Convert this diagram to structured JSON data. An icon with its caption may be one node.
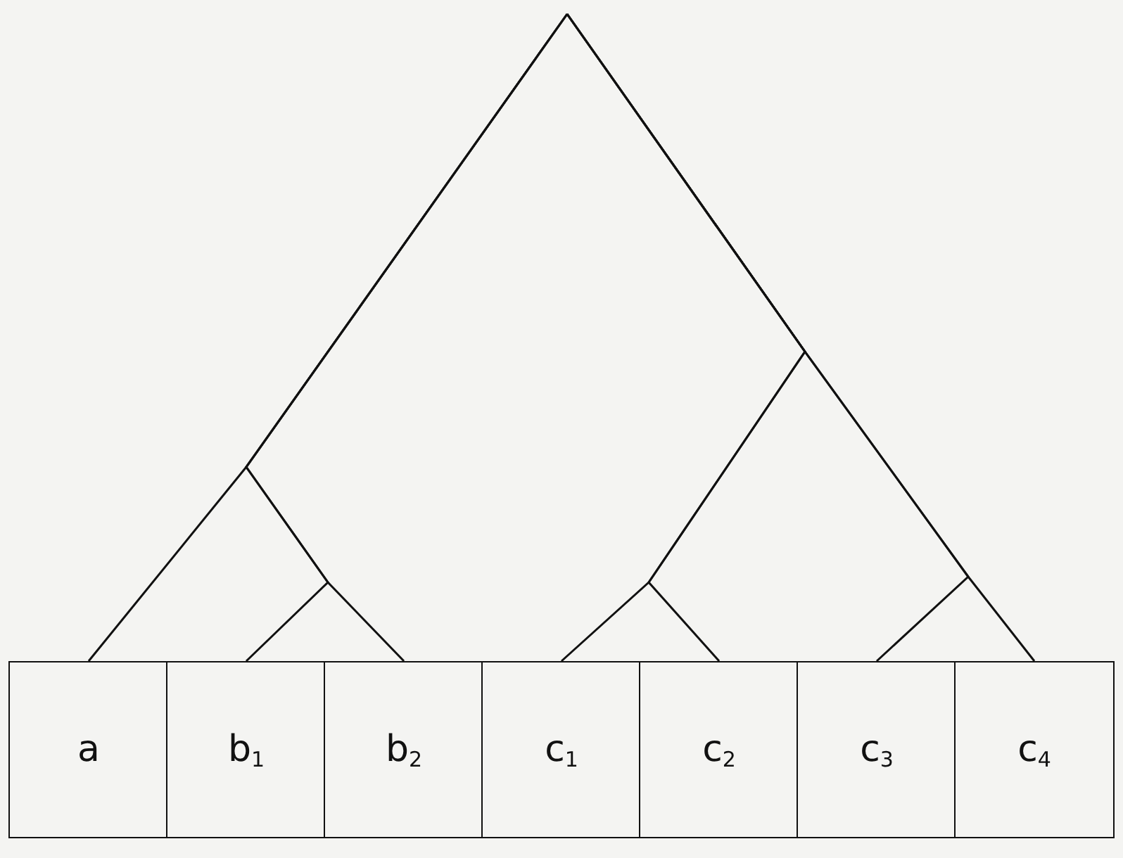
{
  "diagram": {
    "nodes": [
      {
        "text": [
          "a"
        ]
      },
      {
        "text": [
          "b$_{1}$"
        ]
      },
      {
        "text": [
          "b$_{2}$"
        ]
      },
      {
        "text": [
          "c$_{1}$"
        ]
      },
      {
        "text": [
          "c$_{2}$"
        ]
      },
      {
        "text": [
          "c$_{3}$"
        ]
      },
      {
        "text": [
          "c$_{4}$"
        ]
      }
    ],
    "edges": [
      {
        "from": null,
        "to": 0,
        "arrow": "none"
      },
      {
        "from": null,
        "to": 1,
        "arrow": "none"
      },
      {
        "from": null,
        "to": 2,
        "arrow": "none"
      },
      {
        "from": null,
        "to": 3,
        "arrow": "none"
      },
      {
        "from": null,
        "to": 4,
        "arrow": "none"
      },
      {
        "from": null,
        "to": 5,
        "arrow": "none"
      },
      {
        "from": null,
        "to": 6,
        "arrow": "none"
      }
    ]
  }
}
